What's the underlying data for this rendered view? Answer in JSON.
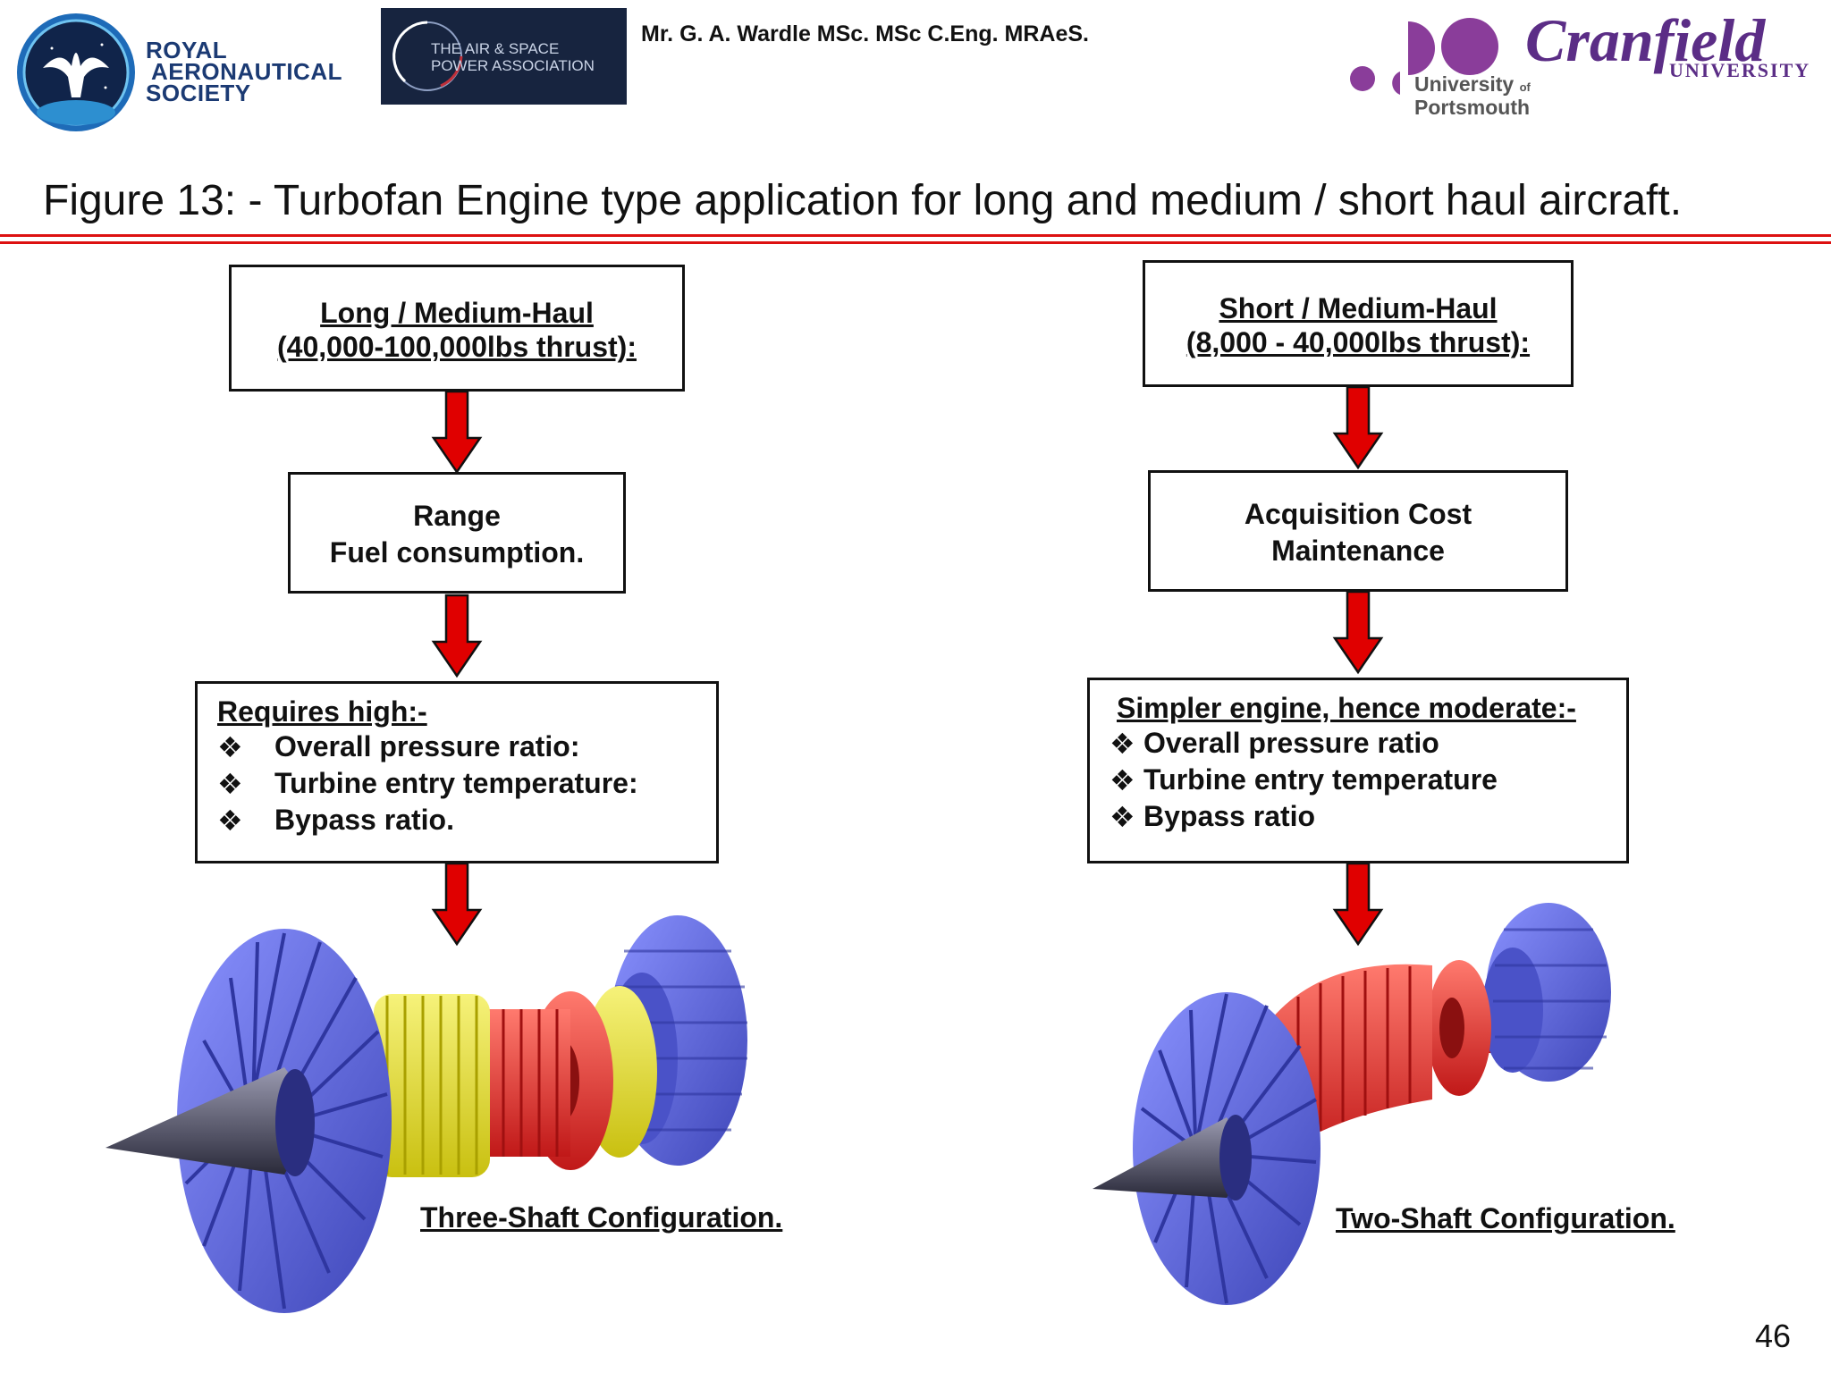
{
  "header": {
    "ras_lines": [
      "ROYAL",
      "AERONAUTICAL",
      "SOCIETY"
    ],
    "aspa_lines": [
      "THE AIR & SPACE",
      "POWER ASSOCIATION"
    ],
    "author": "Mr. G. A. Wardle MSc. MSc C.Eng. MRAeS.",
    "portsmouth_line1": "University",
    "portsmouth_of": "of",
    "portsmouth_line2": "Portsmouth",
    "cranfield": "Cranfield",
    "cranfield_sub": "UNIVERSITY"
  },
  "title": "Figure 13: - Turbofan Engine type application for long and medium / short haul aircraft.",
  "left": {
    "box1": [
      "Long / Medium-Haul",
      "(40,000-100,000lbs thrust):"
    ],
    "box2": [
      "Range",
      "Fuel consumption."
    ],
    "box3_header": "Requires high:-",
    "box3_items": [
      "Overall pressure ratio:",
      "Turbine entry temperature:",
      "Bypass ratio."
    ],
    "caption": "Three-Shaft Configuration."
  },
  "right": {
    "box1": [
      "Short / Medium-Haul",
      "(8,000 - 40,000lbs thrust):"
    ],
    "box2": [
      "Acquisition Cost",
      "Maintenance"
    ],
    "box3_header": "Simpler engine, hence moderate:-",
    "box3_items": [
      "Overall pressure ratio",
      "Turbine entry temperature",
      "Bypass ratio"
    ],
    "caption": "Two-Shaft Configuration."
  },
  "bullet": "❖",
  "page_number": "46",
  "colors": {
    "arrow": "#e00000",
    "rule": "#dd1111",
    "fan_blue": "#5b66e0",
    "compressor_yellow": "#e8e020",
    "core_red": "#e03030",
    "ras_blue": "#1b3a73",
    "cranfield_purple": "#5b2d86"
  },
  "icons": [
    "ras-eagle-seal",
    "aspa-orbit-logo",
    "portsmouth-dots-logo",
    "engine-illustration"
  ]
}
